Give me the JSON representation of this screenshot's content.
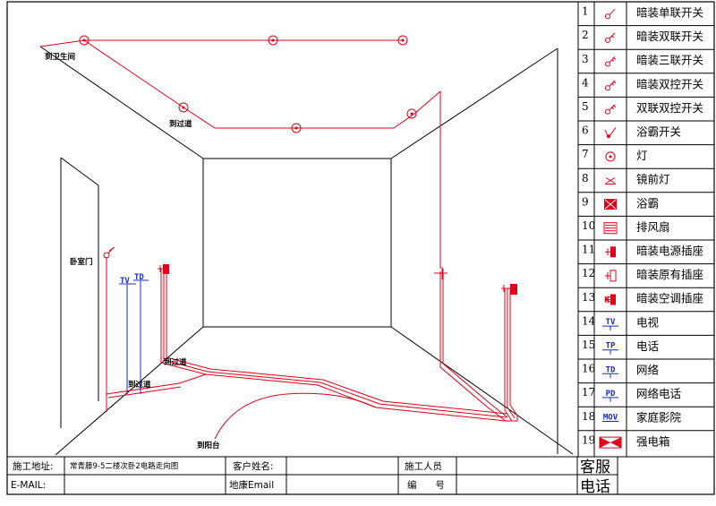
{
  "labels": {
    "bathroom": "到卫生间",
    "hallway_top": "到过道",
    "bedroom_door": "卧室门",
    "hallway_mid": "到过道",
    "hallway_low": "到过道",
    "balcony": "到阳台",
    "tv": "TV",
    "td": "TD"
  },
  "legend": [
    {
      "num": "1",
      "text": "暗装单联开关",
      "icon": "single-switch-icon"
    },
    {
      "num": "2",
      "text": "暗装双联开关",
      "icon": "double-switch-icon"
    },
    {
      "num": "3",
      "text": "暗装三联开关",
      "icon": "triple-switch-icon"
    },
    {
      "num": "4",
      "text": "暗装双控开关",
      "icon": "two-way-switch-icon"
    },
    {
      "num": "5",
      "text": "双联双控开关",
      "icon": "double-two-way-switch-icon"
    },
    {
      "num": "6",
      "text": "浴霸开关",
      "icon": "bath-heater-switch-icon"
    },
    {
      "num": "7",
      "text": "灯",
      "icon": "lamp-icon"
    },
    {
      "num": "8",
      "text": "镜前灯",
      "icon": "mirror-light-icon"
    },
    {
      "num": "9",
      "text": "浴霸",
      "icon": "bath-heater-icon"
    },
    {
      "num": "10",
      "text": "排风扇",
      "icon": "exhaust-fan-icon"
    },
    {
      "num": "11",
      "text": "暗装电源插座",
      "icon": "power-socket-icon"
    },
    {
      "num": "12",
      "text": "暗装原有插座",
      "icon": "existing-socket-icon"
    },
    {
      "num": "13",
      "text": "暗装空调插座",
      "icon": "ac-socket-icon"
    },
    {
      "num": "14",
      "text": "电视",
      "icon": "tv-socket-icon",
      "code": "TV"
    },
    {
      "num": "15",
      "text": "电话",
      "icon": "phone-socket-icon",
      "code": "TP"
    },
    {
      "num": "16",
      "text": "网络",
      "icon": "network-socket-icon",
      "code": "TD"
    },
    {
      "num": "17",
      "text": "网络电话",
      "icon": "network-phone-socket-icon",
      "code": "PD"
    },
    {
      "num": "18",
      "text": "家庭影院",
      "icon": "home-theater-icon",
      "code": "MOV"
    },
    {
      "num": "19",
      "text": "强电箱",
      "icon": "power-box-icon"
    }
  ],
  "title_block": {
    "site_label": "施工地址:",
    "site_value": "常青藤9-5二楼次卧2电路走向图",
    "customer_label": "客户姓名:",
    "customer_value": "",
    "worker_label": "施工人员",
    "worker_value": "",
    "service_label": "客服",
    "email_label": "E-MAIL:",
    "email_value": "",
    "company": "地康Email",
    "number_label": "编　　号",
    "number_value": "",
    "phone_label": "电话"
  }
}
